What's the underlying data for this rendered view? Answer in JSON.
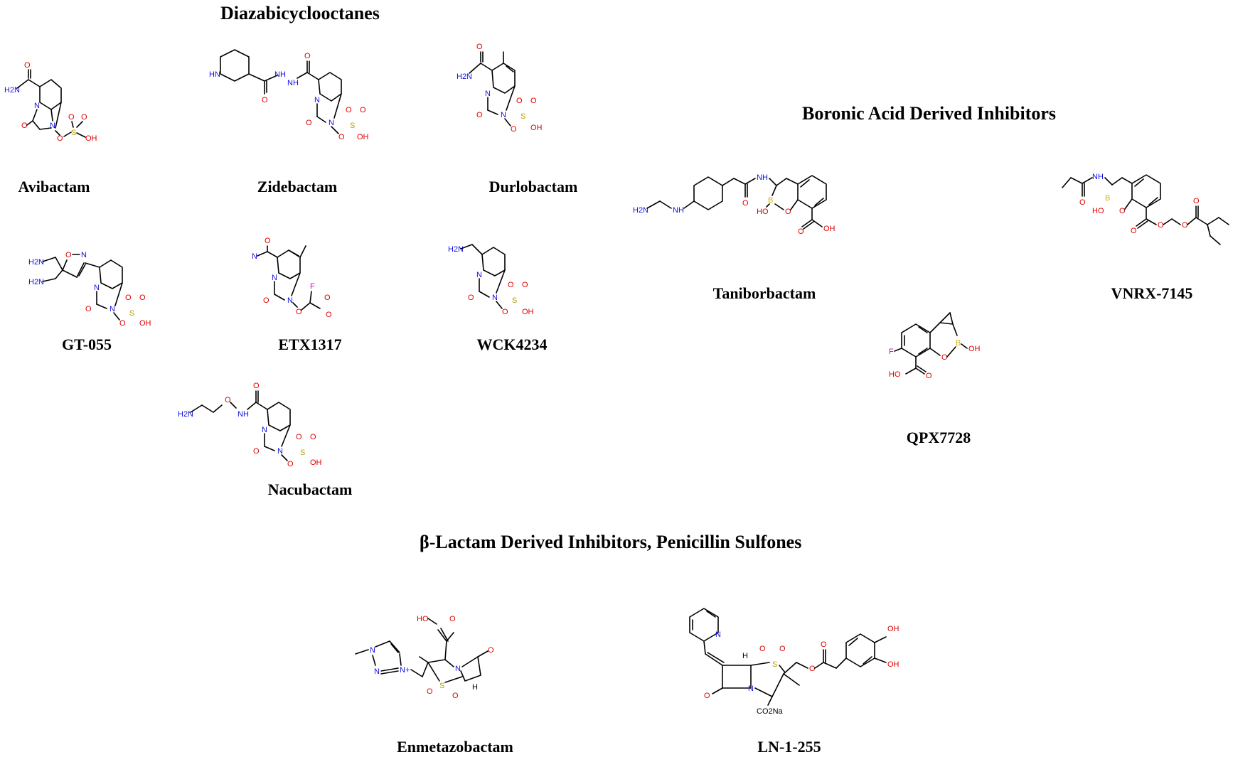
{
  "headings": {
    "dbo": "Diazabicyclooctanes",
    "boronic": "Boronic Acid Derived Inhibitors",
    "lactam": "β-Lactam Derived Inhibitors, Penicillin Sulfones"
  },
  "compounds": {
    "avibactam": "Avibactam",
    "zidebactam": "Zidebactam",
    "durlobactam": "Durlobactam",
    "gt055": "GT-055",
    "etx1317": "ETX1317",
    "wck4234": "WCK4234",
    "nacubactam": "Nacubactam",
    "taniborbactam": "Taniborbactam",
    "vnrx7145": "VNRX-7145",
    "qpx7728": "QPX7728",
    "enmetazobactam": "Enmetazobactam",
    "ln1255": "LN-1-255"
  },
  "atom_labels": {
    "O": "O",
    "N": "N",
    "S": "S",
    "B": "B",
    "F": "F",
    "H": "H",
    "OH": "OH",
    "HO": "HO",
    "NH": "NH",
    "HN": "HN",
    "NH2": "H2N",
    "NHN": "NH",
    "Nplus": "N+",
    "CO2Na": "CO2Na"
  },
  "colors": {
    "nitrogen": "#1010e0",
    "oxygen": "#e00000",
    "sulfur": "#b8a000",
    "boron": "#d8b000",
    "fluorine": "#d000d0"
  }
}
